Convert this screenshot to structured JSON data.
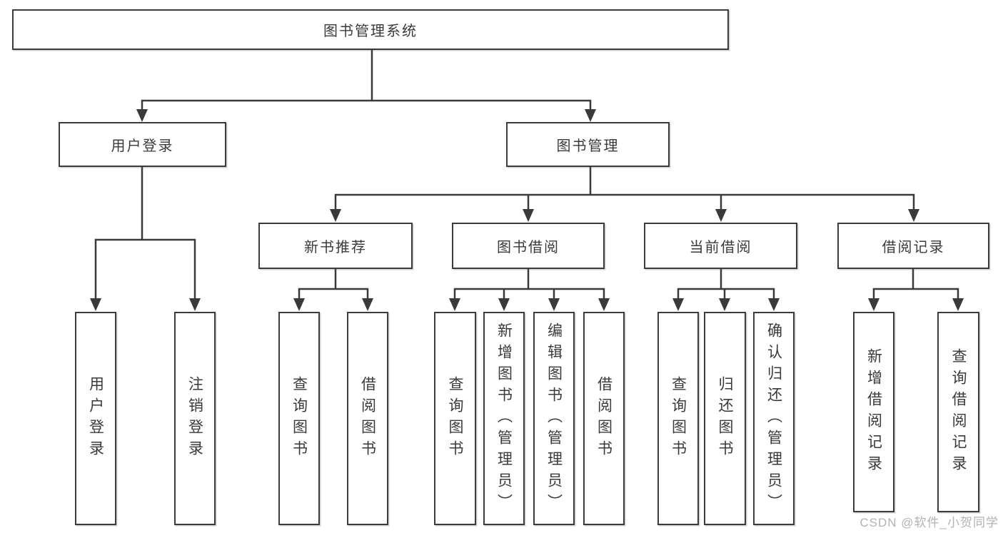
{
  "tree": {
    "label": "图书管理系统",
    "children": [
      {
        "label": "用户登录",
        "children": [
          {
            "label": "用户登录"
          },
          {
            "label": "注销登录"
          }
        ]
      },
      {
        "label": "图书管理",
        "children": [
          {
            "label": "新书推荐",
            "children": [
              {
                "label": "查询图书"
              },
              {
                "label": "借阅图书"
              }
            ]
          },
          {
            "label": "图书借阅",
            "children": [
              {
                "label": "查询图书"
              },
              {
                "label": "新增图书（管理员）"
              },
              {
                "label": "编辑图书（管理员）"
              },
              {
                "label": "借阅图书"
              }
            ]
          },
          {
            "label": "当前借阅",
            "children": [
              {
                "label": "查询图书"
              },
              {
                "label": "归还图书"
              },
              {
                "label": "确认归还（管理员）"
              }
            ]
          },
          {
            "label": "借阅记录",
            "children": [
              {
                "label": "新增借阅记录"
              },
              {
                "label": "查询借阅记录"
              }
            ]
          }
        ]
      }
    ]
  },
  "watermark": {
    "text": "CSDN @软件_小贺同学"
  },
  "colors": {
    "line": "#3a3a3a",
    "border": "#3b3b3b",
    "text": "#3a3a3a",
    "background": "#ffffff",
    "watermark": "#b2b2b2"
  }
}
